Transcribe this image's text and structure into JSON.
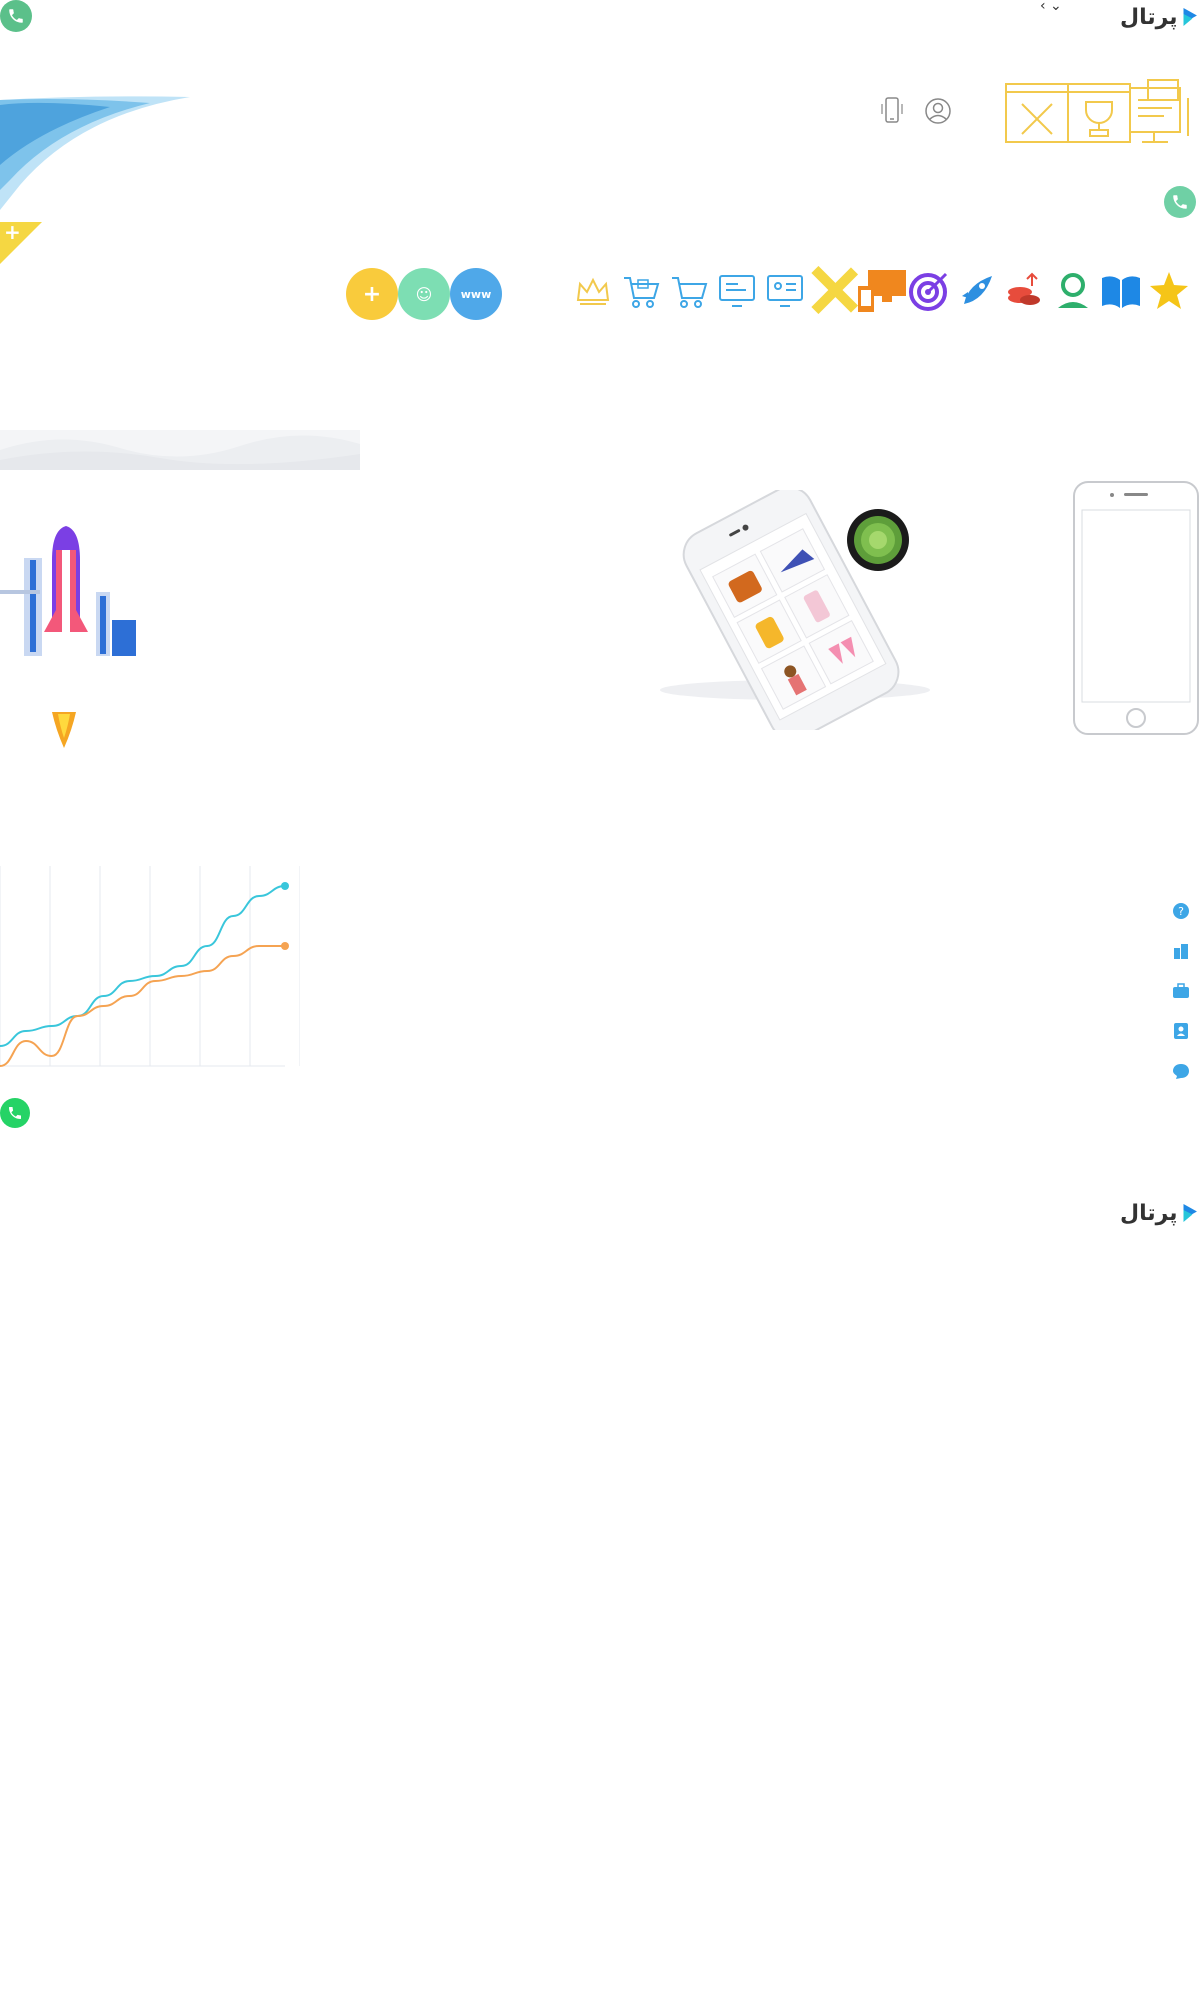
{
  "header": {
    "logo_text": "پرتال",
    "language_toggle": "‹ ⌄"
  },
  "footer": {
    "logo_text": "پرتال"
  },
  "feature_bubbles": {
    "plus": "+",
    "smile": "☺",
    "www": "www"
  },
  "promo_corner": {
    "plus": "+"
  },
  "colors": {
    "yellow": "#F5C242",
    "blue": "#3DA6E6",
    "green": "#5BC08A",
    "orange": "#F0871E",
    "purple": "#7B3FE4",
    "red": "#E74C3C",
    "gold_outline": "#F2C94C",
    "whatsapp_green": "#25D366"
  },
  "icons": {
    "top_left_call": "phone-icon",
    "mid_right_call": "phone-icon",
    "bottom_left_call": "phone-icon",
    "sidebar": [
      "question-icon",
      "building-icon",
      "briefcase-icon",
      "contacts-icon",
      "chat-icon"
    ]
  },
  "chart_data": {
    "type": "line",
    "title": "",
    "xlabel": "",
    "ylabel": "",
    "x": [
      0,
      1,
      2,
      3,
      4,
      5,
      6,
      7,
      8,
      9,
      10,
      11
    ],
    "series": [
      {
        "values": [
          2,
          3.5,
          4,
          5,
          7,
          8.5,
          9,
          10,
          12,
          15,
          17,
          18
        ]
      },
      {
        "values": [
          0,
          2.5,
          1,
          5,
          6,
          7,
          8.5,
          9,
          9.5,
          11,
          12,
          12
        ]
      }
    ],
    "ylim": [
      0,
      20
    ],
    "grid": true
  }
}
